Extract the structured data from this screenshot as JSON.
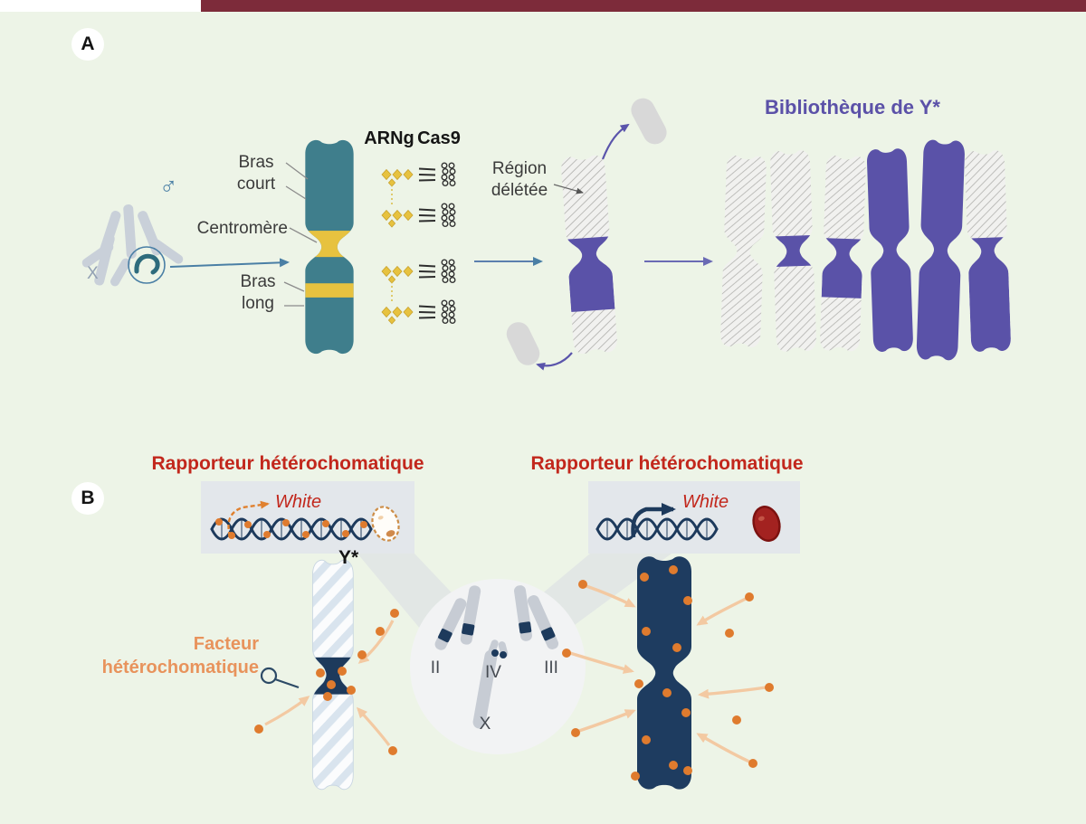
{
  "figure": {
    "background": "#edf4e7",
    "topbar_color": "#7d2b3a",
    "accent_teal": "#3f7e8c",
    "accent_purple": "#5a52a8",
    "accent_yellow": "#e7c23f",
    "accent_orange": "#df7b2e",
    "accent_navy": "#1d3a5c",
    "accent_red": "#c2271c"
  },
  "panel_a": {
    "label": "A",
    "male_symbol": "♂",
    "x_label": "X",
    "bras_court": "Bras court",
    "centromere": "Centromère",
    "bras_long": "Bras long",
    "arng": "ARNg",
    "cas9": "Cas9",
    "region_deletee": "Région délétée",
    "library_title": "Bibliothèque de Y*"
  },
  "panel_b": {
    "label": "B",
    "reporter_title_left": "Rapporteur hétérochomatique",
    "reporter_title_right": "Rapporteur hétérochomatique",
    "white_left": "White",
    "white_right": "White",
    "ystar": "Y*",
    "factor_line1": "Facteur",
    "factor_line2": "hétérochomatique",
    "chr2": "II",
    "chr4": "IV",
    "chr3": "III",
    "chrx": "X"
  }
}
